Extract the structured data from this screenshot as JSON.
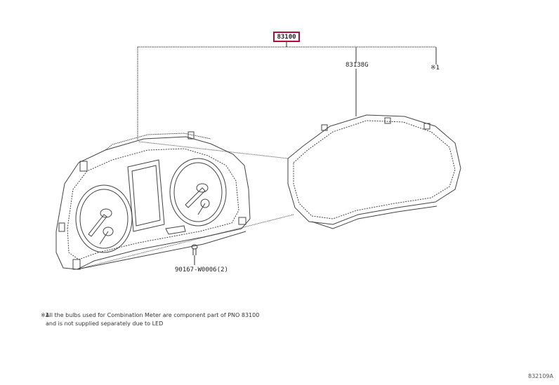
{
  "diagram": {
    "main_part": "83100",
    "callouts": {
      "lens": "83138G",
      "note_ref": "※1",
      "screw": "90167-W0006(2)"
    },
    "footnote": {
      "mark": "※1",
      "line1": "All the bulbs used for Combination Meter are component part of PNO 83100",
      "line2": "and is not supplied separately due to LED"
    },
    "catalog_code": "832109A"
  },
  "colors": {
    "highlight_box": "#b0103a",
    "line": "#333333"
  }
}
